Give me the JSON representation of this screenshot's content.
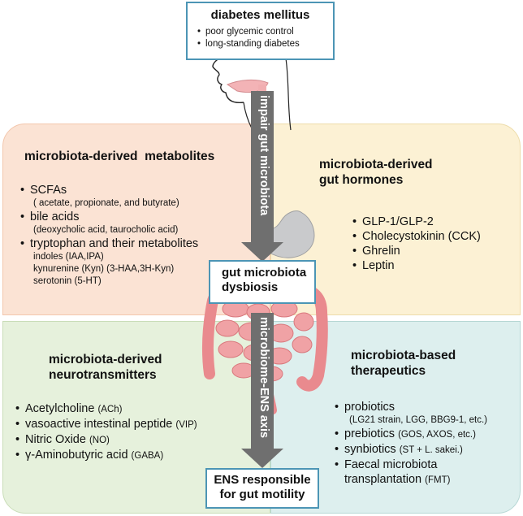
{
  "top_box": {
    "title": "diabetes mellitus",
    "items": [
      "poor glycemic control",
      "long-standing diabetes"
    ]
  },
  "arrow_upper": "impair gut microbiota",
  "arrow_lower": "microbiome-ENS axis",
  "center_box": "gut microbiota dysbiosis",
  "bottom_box": "ENS responsible for gut motility",
  "metabolites": {
    "title": "microbiota-derived  metabolites",
    "items": [
      {
        "label": "SCFAs",
        "sub": "( acetate, propionate, and butyrate)"
      },
      {
        "label": "bile acids",
        "sub": "(deoxycholic acid, taurocholic acid)"
      },
      {
        "label": "tryptophan and their metabolites",
        "subs": [
          "indoles (IAA,IPA)",
          "kynurenine (Kyn) (3-HAA,3H-Kyn)",
          "serotonin (5-HT)"
        ]
      }
    ]
  },
  "hormones": {
    "title_line1": "microbiota-derived",
    "title_line2": "gut hormones",
    "items": [
      "GLP-1/GLP-2",
      "Cholecystokinin (CCK)",
      "Ghrelin",
      "Leptin"
    ]
  },
  "neurotransmitters": {
    "title_line1": "microbiota-derived",
    "title_line2": "neurotransmitters",
    "items": [
      {
        "label": "Acetylcholine",
        "abbr": "(ACh)"
      },
      {
        "label": "vasoactive intestinal peptide",
        "abbr": "(VIP)"
      },
      {
        "label": "Nitric Oxide",
        "abbr": "(NO)"
      },
      {
        "label": "γ-Aminobutyric acid",
        "abbr": "(GABA)"
      }
    ]
  },
  "therapeutics": {
    "title_line1": "microbiota-based",
    "title_line2": "therapeutics",
    "items": [
      {
        "label": "probiotics",
        "sub": "(LG21 strain, LGG, BBG9-1, etc.)"
      },
      {
        "label": "prebiotics",
        "abbr": "(GOS, AXOS, etc.)"
      },
      {
        "label": "synbiotics",
        "abbr": "(ST + L. sakei.)"
      },
      {
        "label": "Faecal microbiota",
        "line2": "transplantation",
        "abbr": "(FMT)"
      }
    ]
  },
  "colors": {
    "metabolites_bg": "#fbe3d4",
    "hormones_bg": "#fcf1d4",
    "neuro_bg": "#e6f1dc",
    "therapeutics_bg": "#ddefee",
    "box_border": "#4c95b5",
    "arrow": "#6f6f6f",
    "stomach": "#c9cacc",
    "intestine": "#e98a8e"
  }
}
